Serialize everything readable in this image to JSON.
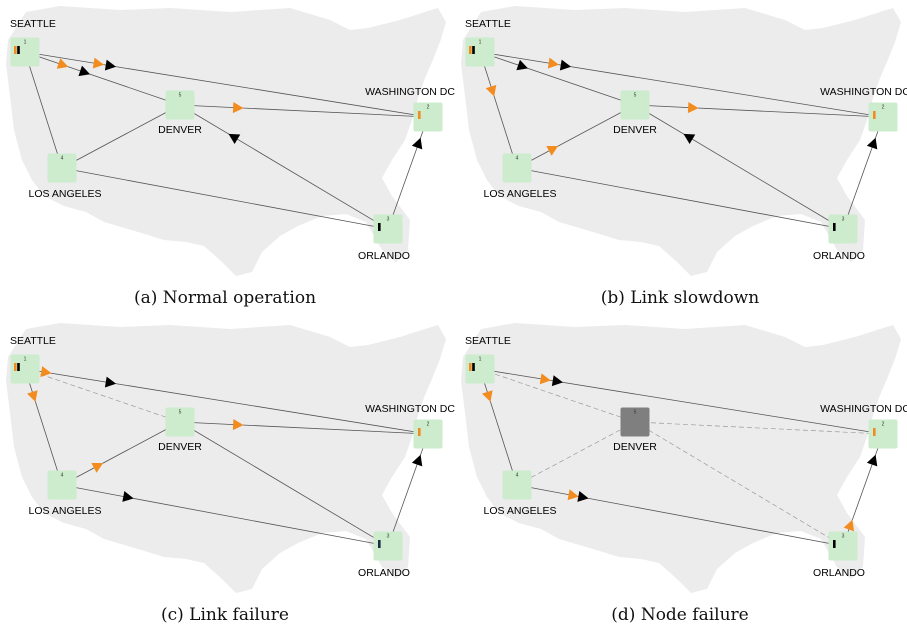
{
  "nodes": [
    {
      "id": "1",
      "name": "SEATTLE"
    },
    {
      "id": "2",
      "name": "WASHINGTON DC"
    },
    {
      "id": "3",
      "name": "ORLANDO"
    },
    {
      "id": "4",
      "name": "LOS ANGELES"
    },
    {
      "id": "5",
      "name": "DENVER"
    }
  ],
  "colors": {
    "map": "#ececec",
    "node_fill": "#cdeccd",
    "node_failed": "#7f7f7f",
    "link": "#555555",
    "link_failed": "#9a9a9a",
    "packet_normal": "#000000",
    "packet_slow": "#f28c1e",
    "queue_dark": "#1c2a4a"
  },
  "panels": [
    {
      "caption": "(a) Normal operation",
      "failed_node": null,
      "links": [
        {
          "from": "1",
          "to": "5",
          "status": "up"
        },
        {
          "from": "1",
          "to": "2",
          "status": "up"
        },
        {
          "from": "1",
          "to": "4",
          "status": "up"
        },
        {
          "from": "5",
          "to": "2",
          "status": "up"
        },
        {
          "from": "5",
          "to": "3",
          "status": "up"
        },
        {
          "from": "4",
          "to": "5",
          "status": "up"
        },
        {
          "from": "4",
          "to": "3",
          "status": "up"
        },
        {
          "from": "3",
          "to": "2",
          "status": "up"
        }
      ],
      "packets": [
        {
          "from": "1",
          "to": "5",
          "t": 0.24,
          "color": "orange"
        },
        {
          "from": "1",
          "to": "5",
          "t": 0.38,
          "color": "black"
        },
        {
          "from": "1",
          "to": "2",
          "t": 0.18,
          "color": "orange"
        },
        {
          "from": "1",
          "to": "2",
          "t": 0.21,
          "color": "black"
        },
        {
          "from": "5",
          "to": "2",
          "t": 0.23,
          "color": "orange"
        },
        {
          "from": "3",
          "to": "5",
          "t": 0.74,
          "color": "black"
        },
        {
          "from": "3",
          "to": "2",
          "t": 0.76,
          "color": "black"
        }
      ],
      "queues": [
        {
          "node": "1",
          "bars": [
            "orange",
            "black"
          ]
        },
        {
          "node": "2",
          "bars": [
            "orange"
          ]
        },
        {
          "node": "3",
          "bars": [
            "black"
          ]
        }
      ]
    },
    {
      "caption": "(b) Link slowdown",
      "failed_node": null,
      "links": [
        {
          "from": "1",
          "to": "5",
          "status": "up"
        },
        {
          "from": "1",
          "to": "2",
          "status": "up"
        },
        {
          "from": "1",
          "to": "4",
          "status": "up"
        },
        {
          "from": "5",
          "to": "2",
          "status": "up"
        },
        {
          "from": "5",
          "to": "3",
          "status": "up"
        },
        {
          "from": "4",
          "to": "5",
          "status": "up"
        },
        {
          "from": "4",
          "to": "3",
          "status": "up"
        },
        {
          "from": "3",
          "to": "2",
          "status": "up"
        }
      ],
      "packets": [
        {
          "from": "1",
          "to": "5",
          "t": 0.27,
          "color": "black"
        },
        {
          "from": "1",
          "to": "2",
          "t": 0.18,
          "color": "orange"
        },
        {
          "from": "1",
          "to": "2",
          "t": 0.21,
          "color": "black"
        },
        {
          "from": "1",
          "to": "4",
          "t": 0.33,
          "color": "orange"
        },
        {
          "from": "4",
          "to": "5",
          "t": 0.3,
          "color": "orange"
        },
        {
          "from": "5",
          "to": "2",
          "t": 0.23,
          "color": "orange"
        },
        {
          "from": "3",
          "to": "5",
          "t": 0.74,
          "color": "black"
        },
        {
          "from": "3",
          "to": "2",
          "t": 0.76,
          "color": "black"
        }
      ],
      "queues": [
        {
          "node": "1",
          "bars": [
            "orange",
            "black"
          ]
        },
        {
          "node": "2",
          "bars": [
            "orange"
          ]
        },
        {
          "node": "3",
          "bars": [
            "black"
          ]
        }
      ]
    },
    {
      "caption": "(c) Link failure",
      "failed_node": null,
      "links": [
        {
          "from": "1",
          "to": "5",
          "status": "down"
        },
        {
          "from": "1",
          "to": "2",
          "status": "up"
        },
        {
          "from": "1",
          "to": "4",
          "status": "up"
        },
        {
          "from": "5",
          "to": "2",
          "status": "up"
        },
        {
          "from": "5",
          "to": "3",
          "status": "up"
        },
        {
          "from": "4",
          "to": "5",
          "status": "up"
        },
        {
          "from": "4",
          "to": "3",
          "status": "up"
        },
        {
          "from": "3",
          "to": "2",
          "status": "up"
        }
      ],
      "packets": [
        {
          "from": "1",
          "to": "2",
          "t": 0.05,
          "color": "orange"
        },
        {
          "from": "1",
          "to": "2",
          "t": 0.21,
          "color": "black"
        },
        {
          "from": "1",
          "to": "4",
          "t": 0.23,
          "color": "orange"
        },
        {
          "from": "4",
          "to": "5",
          "t": 0.3,
          "color": "orange"
        },
        {
          "from": "5",
          "to": "2",
          "t": 0.23,
          "color": "orange"
        },
        {
          "from": "4",
          "to": "3",
          "t": 0.2,
          "color": "black"
        },
        {
          "from": "3",
          "to": "2",
          "t": 0.76,
          "color": "black"
        }
      ],
      "queues": [
        {
          "node": "1",
          "bars": [
            "orange",
            "black"
          ]
        },
        {
          "node": "2",
          "bars": [
            "orange"
          ]
        },
        {
          "node": "3",
          "bars": [
            "dark"
          ]
        }
      ]
    },
    {
      "caption": "(d) Node failure",
      "failed_node": "5",
      "links": [
        {
          "from": "1",
          "to": "5",
          "status": "down"
        },
        {
          "from": "1",
          "to": "2",
          "status": "up"
        },
        {
          "from": "1",
          "to": "4",
          "status": "up"
        },
        {
          "from": "5",
          "to": "2",
          "status": "down"
        },
        {
          "from": "5",
          "to": "3",
          "status": "down"
        },
        {
          "from": "4",
          "to": "5",
          "status": "down"
        },
        {
          "from": "4",
          "to": "3",
          "status": "up"
        },
        {
          "from": "3",
          "to": "2",
          "status": "up"
        }
      ],
      "packets": [
        {
          "from": "1",
          "to": "2",
          "t": 0.16,
          "color": "orange"
        },
        {
          "from": "1",
          "to": "2",
          "t": 0.19,
          "color": "black"
        },
        {
          "from": "1",
          "to": "4",
          "t": 0.23,
          "color": "orange"
        },
        {
          "from": "4",
          "to": "3",
          "t": 0.17,
          "color": "orange"
        },
        {
          "from": "4",
          "to": "3",
          "t": 0.2,
          "color": "black"
        },
        {
          "from": "3",
          "to": "2",
          "t": 0.18,
          "color": "orange"
        },
        {
          "from": "3",
          "to": "2",
          "t": 0.76,
          "color": "black"
        }
      ],
      "queues": [
        {
          "node": "1",
          "bars": [
            "orange",
            "black"
          ]
        },
        {
          "node": "2",
          "bars": [
            "orange"
          ]
        },
        {
          "node": "3",
          "bars": [
            "black"
          ]
        }
      ]
    }
  ]
}
